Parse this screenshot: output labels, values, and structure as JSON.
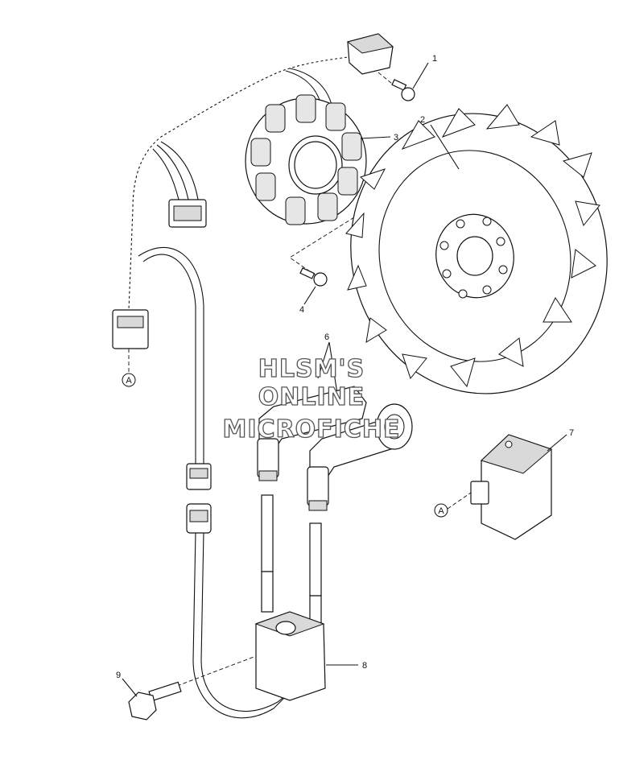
{
  "callouts": {
    "c1": "1",
    "c2": "2",
    "c3": "3",
    "c4": "4",
    "c5": "6",
    "c7": "7",
    "c8": "8",
    "c9": "9",
    "ref_a_left": "A",
    "ref_a_right": "A"
  },
  "watermark": {
    "line1": "HLSM'S",
    "line2": "ONLINE",
    "line3": "MICROFICHE"
  }
}
